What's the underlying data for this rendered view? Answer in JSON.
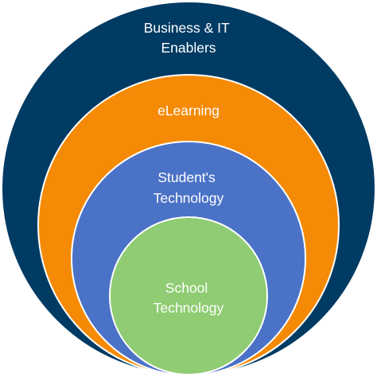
{
  "diagram": {
    "rings": [
      {
        "id": "outer",
        "lines": [
          "Business & IT",
          "Enablers"
        ],
        "color": "#003b63"
      },
      {
        "id": "second",
        "lines": [
          "eLearning"
        ],
        "color": "#f58a07"
      },
      {
        "id": "third",
        "lines": [
          "Student's",
          "Technology"
        ],
        "color": "#4a72c6"
      },
      {
        "id": "inner",
        "lines": [
          "School",
          "Technology"
        ],
        "color": "#8fcc73"
      }
    ],
    "ring_edge_color": "#ffffff"
  }
}
